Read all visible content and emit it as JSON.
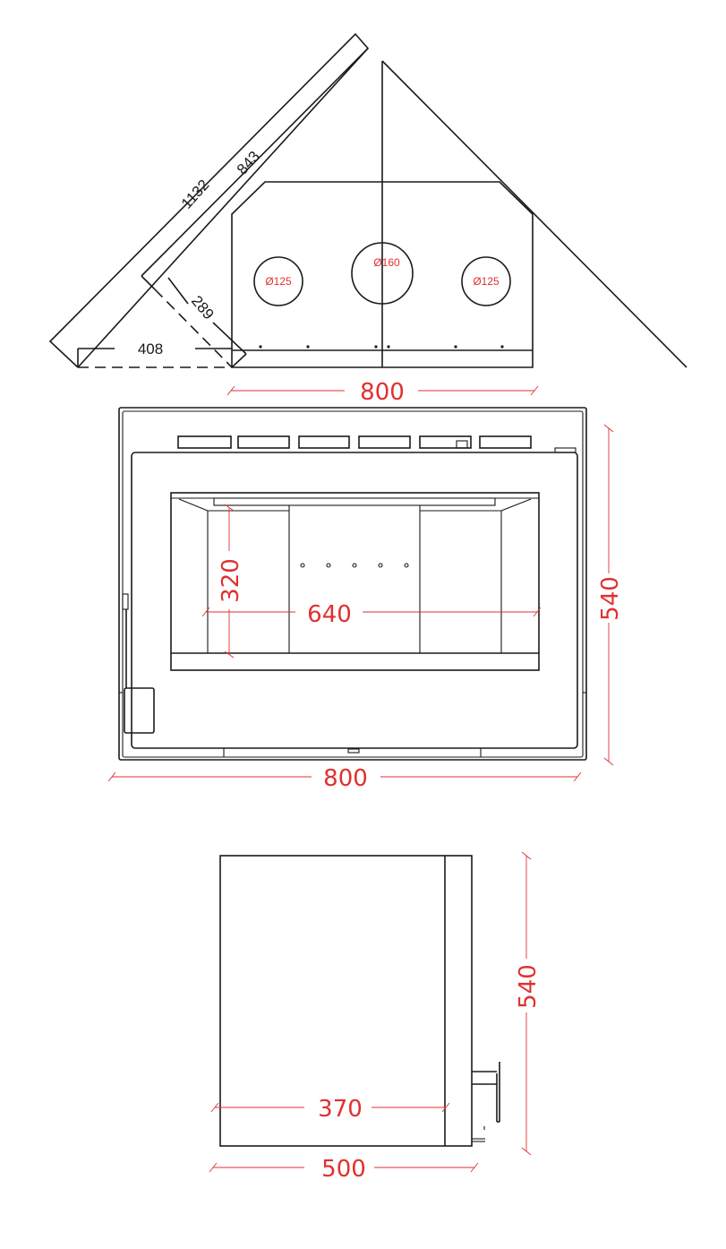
{
  "corner_view": {
    "dim_outer_diagonal": "1132",
    "dim_inner_diagonal": "843",
    "dim_depth": "289",
    "dim_offset": "408",
    "flue_left": "Ø125",
    "flue_center": "Ø160",
    "flue_right": "Ø125",
    "dim_width": "800"
  },
  "front_view": {
    "dim_opening_height": "320",
    "dim_opening_width": "640",
    "dim_height": "540",
    "dim_width": "800"
  },
  "side_view": {
    "dim_height": "540",
    "dim_inner_depth": "370",
    "dim_depth": "500"
  },
  "colors": {
    "dimension": "#e03030",
    "line": "#1a1a1a"
  }
}
